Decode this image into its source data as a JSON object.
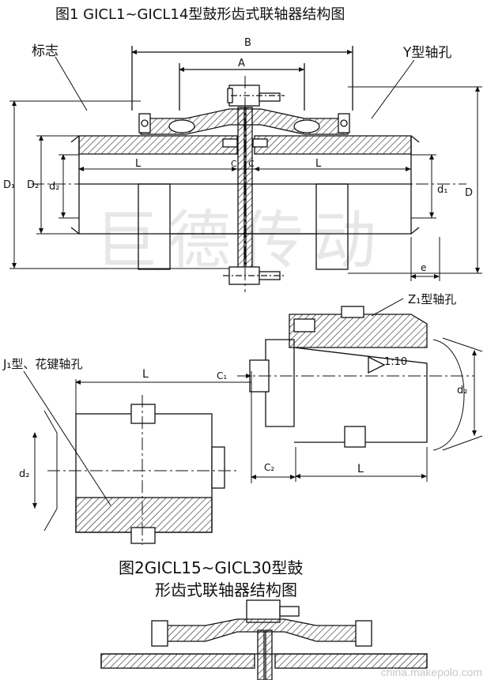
{
  "titles": {
    "fig1": "图1  GⅠCL1~GⅠCL14型鼓形齿式联轴器结构图",
    "fig2_line1": "图2GⅠCL15~GⅠCL30型鼓",
    "fig2_line2": "形齿式联轴器结构图"
  },
  "labels": {
    "biaozhi": "标志",
    "y_bore": "Y型轴孔",
    "z1_bore": "Z₁型轴孔",
    "j1_bore": "J₁型、花键轴孔",
    "B": "B",
    "A": "A",
    "L": "L",
    "C": "C",
    "D1": "D₁",
    "D2": "D₂",
    "d2": "d₂",
    "d1": "d₁",
    "D": "D",
    "e": "e",
    "C1": "C₁",
    "C2": "C₂",
    "taper": "1:10"
  },
  "watermark": "巨德传动",
  "source": "china.makepolo.com",
  "colors": {
    "line": "#111111",
    "hatch": "#222222",
    "background": "#ffffff"
  }
}
